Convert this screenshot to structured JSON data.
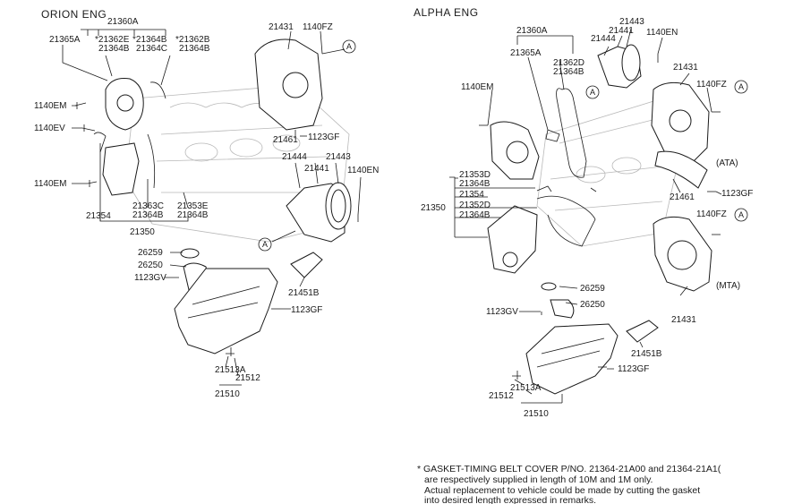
{
  "sections": {
    "orion_title": "ORION ENG",
    "alpha_title": "ALPHA ENG"
  },
  "orion_labels": [
    "21360A",
    "21365A",
    "*21362E",
    "*21364B",
    "*21362B",
    "21364B",
    "21364C",
    "21364B",
    "1140EM",
    "1140EV",
    "1140EM",
    "21354",
    "21363C",
    "21364B",
    "21353E",
    "21364B",
    "21350",
    "21431",
    "1140FZ",
    "21461",
    "1123GF",
    "21444",
    "21441",
    "21443",
    "1140EN",
    "26259",
    "26250",
    "1123GV",
    "21451B",
    "1123GF",
    "21513A",
    "21512",
    "21510"
  ],
  "alpha_labels": [
    "21360A",
    "21365A",
    "21362D",
    "21364B",
    "21443",
    "21441",
    "21444",
    "1140EN",
    "1140EM",
    "21431",
    "1140FZ",
    "21353D",
    "21364B",
    "21354",
    "21352D",
    "21364B",
    "21350",
    "21461",
    "1123GF",
    "(ATA)",
    "1140FZ",
    "(MTA)",
    "21431",
    "26259",
    "26250",
    "1123GV",
    "21451B",
    "1123GF",
    "21513A",
    "21512",
    "21510"
  ],
  "callouts": {
    "ref_letter": "A"
  },
  "footnote": [
    "* GASKET-TIMING BELT COVER P/NO. 21364-21A00 and 21364-21A1(",
    "are respectively supplied in length of 10M and 1M only.",
    "Actual replacement to vehicle could be made by cutting the gasket",
    "into desired length expressed in remarks."
  ]
}
